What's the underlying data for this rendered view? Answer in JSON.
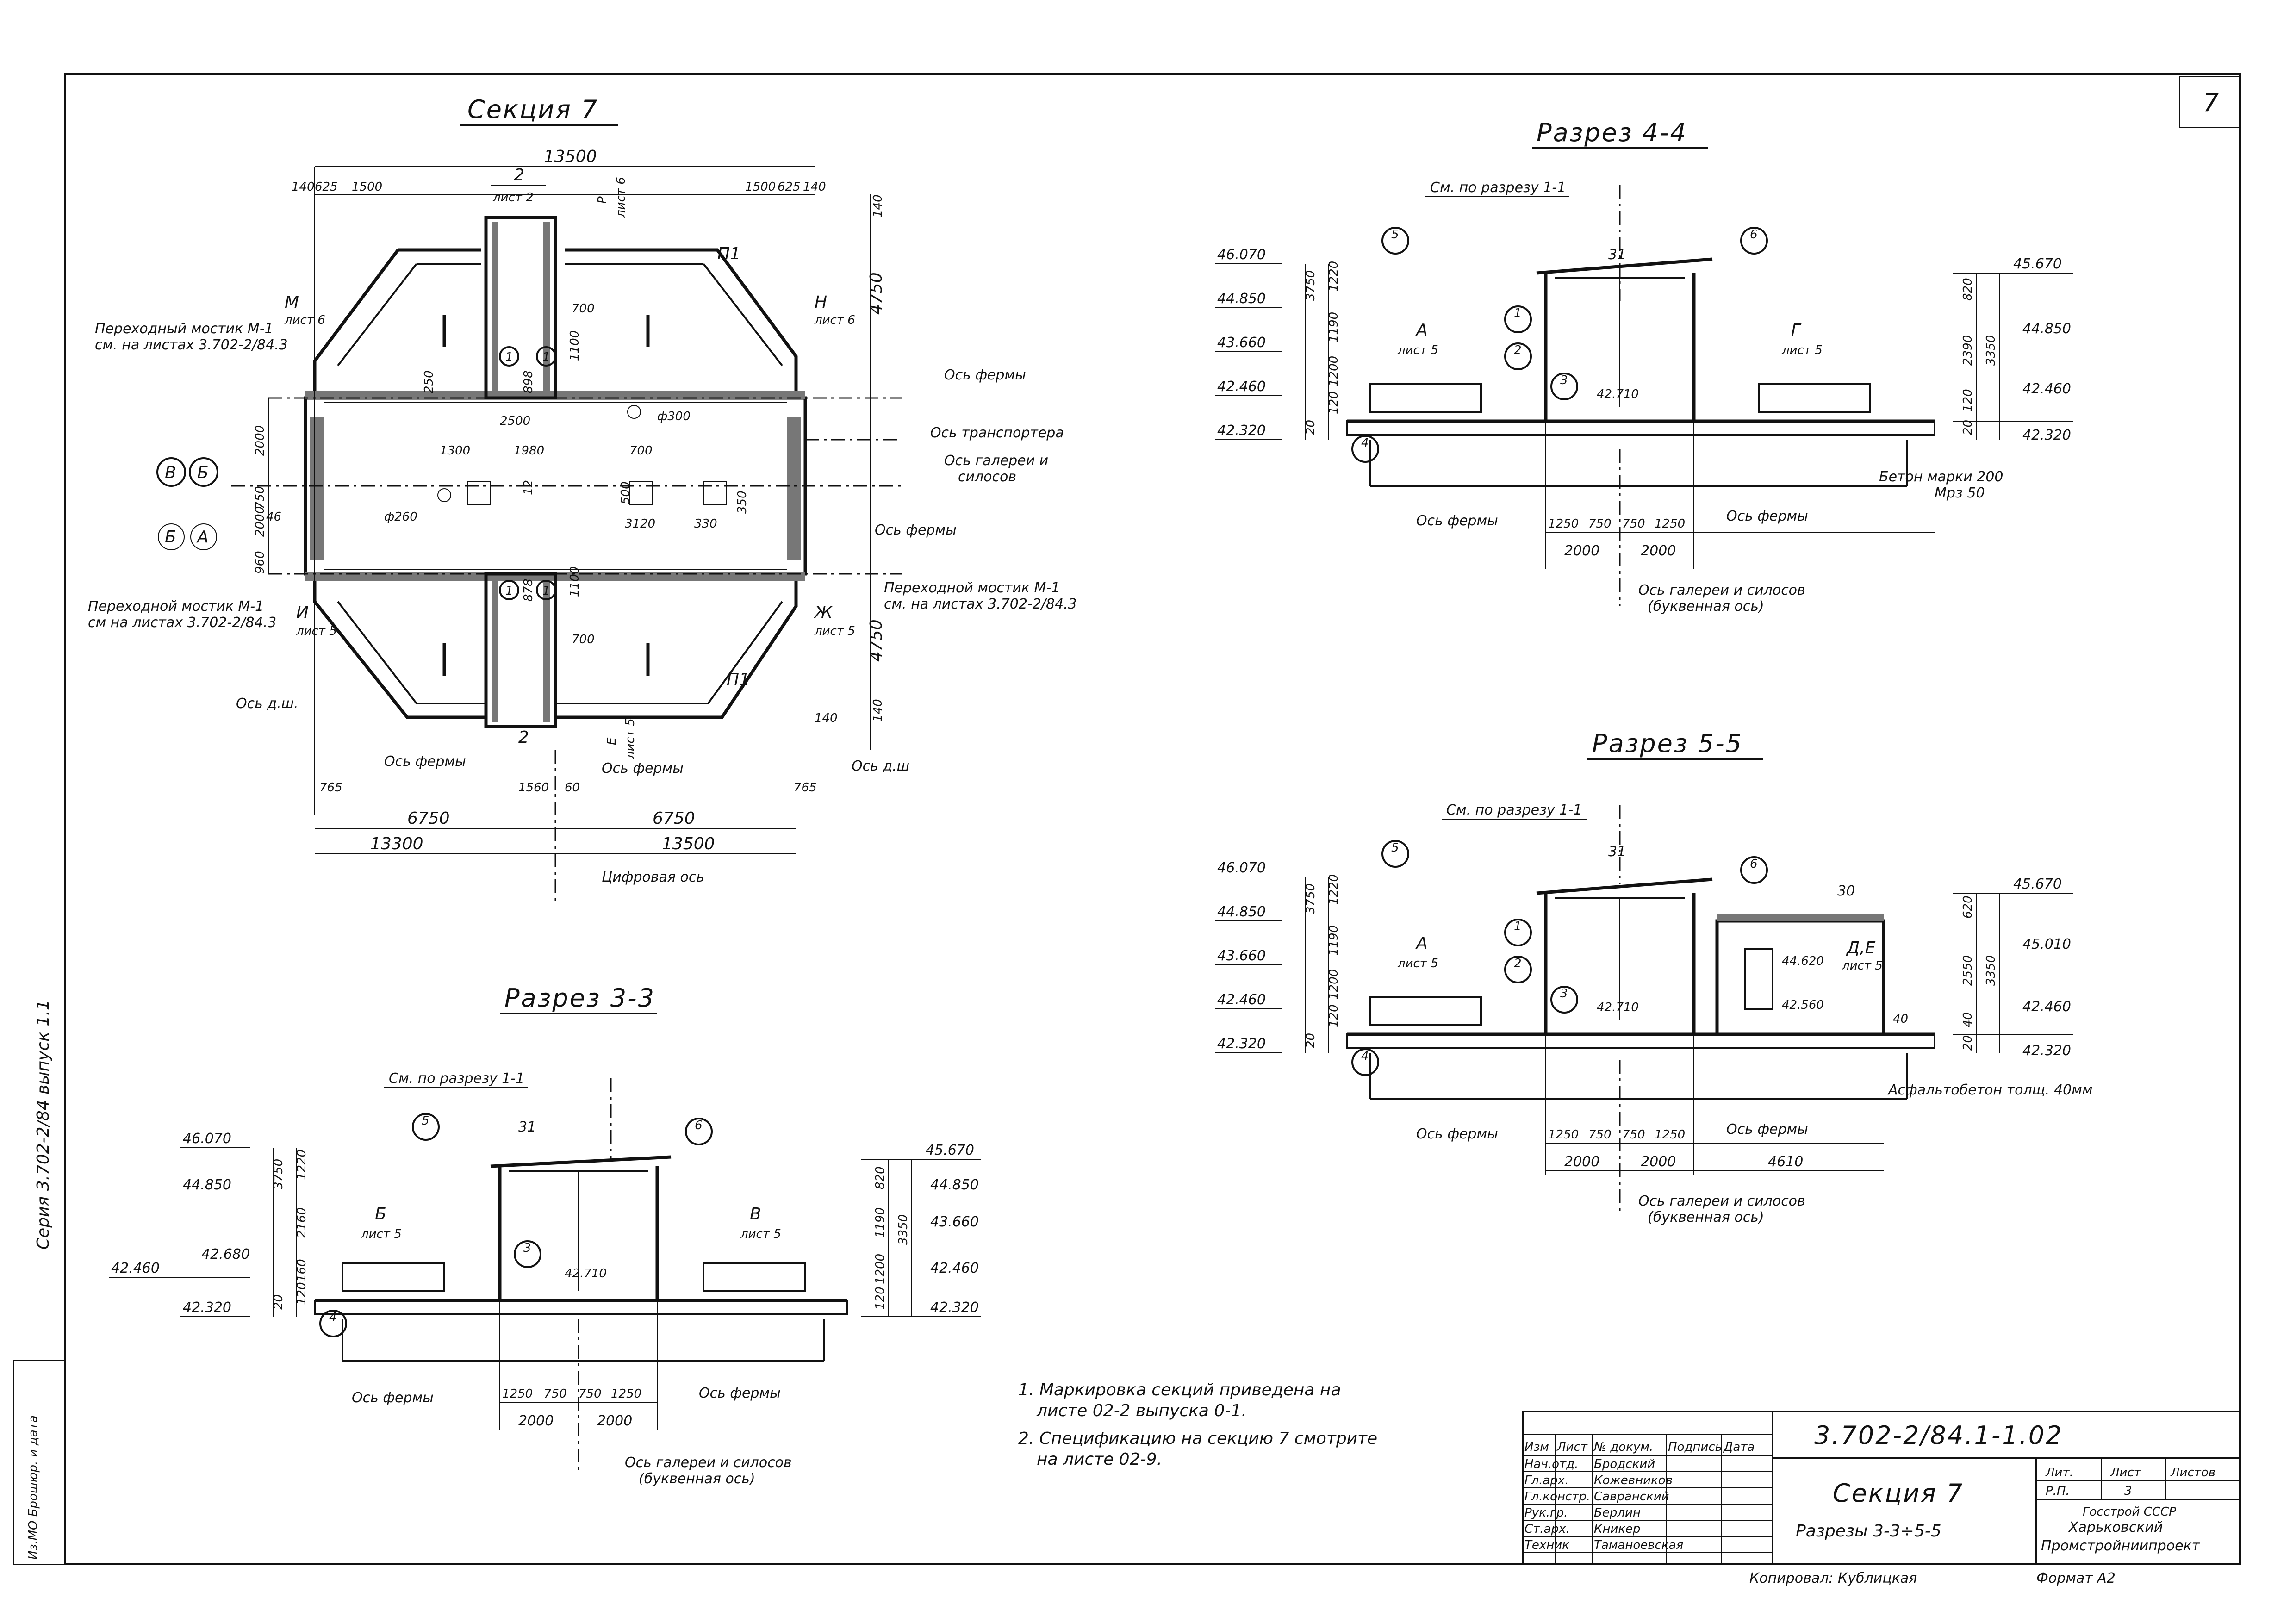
{
  "sheet_number": "7",
  "side_stamp": "Серия 3.702-2/84 выпуск 1.1",
  "corner_stamp": "Из.МО Брошюр. и дата",
  "plan": {
    "title": "Секция 7",
    "dims": {
      "overall": "13500",
      "d140a": "140",
      "d625a": "625",
      "d1500a": "1500",
      "d1500b": "1500",
      "d625b": "625",
      "d140b": "140",
      "d4750a": "4750",
      "d4750b": "4750",
      "d140c": "140",
      "d140d": "140",
      "d2000a": "2000",
      "d2000b": "2000",
      "d750": "750",
      "d960": "960",
      "d250": "250",
      "d2500": "2500",
      "d1300": "1300",
      "d1980": "1980",
      "d700a": "700",
      "d700b": "700",
      "d700c": "700",
      "d1100a": "1100",
      "d1100b": "1100",
      "d500": "500",
      "d3120": "3120",
      "d330": "330",
      "d350": "350",
      "d12": "12",
      "d1560": "1560",
      "d60": "60",
      "d765a": "765",
      "d765b": "765",
      "d6750a": "6750",
      "d6750b": "6750",
      "d13300": "13300",
      "d13500b": "13500",
      "d898": "898",
      "d878": "878",
      "d46": "46",
      "phi300": "ф300",
      "phi260": "ф260",
      "d140e": "140"
    },
    "axes": {
      "a1": "В",
      "a2": "Б",
      "a3": "Б",
      "a4": "А"
    },
    "marks": {
      "sheet2_num": "2",
      "sheet2_label": "лист 2",
      "R_letter": "Р",
      "R_sheet": "лист 6",
      "M_letter": "М",
      "M_sheet": "лист 6",
      "N_letter": "Н",
      "N_sheet": "лист 6",
      "I_letter": "И",
      "I_sheet": "лист 5",
      "Zh_letter": "Ж",
      "Zh_sheet": "лист 5",
      "E_letter": "Е",
      "E_sheet": "лист 5",
      "bottom_num": "2",
      "p1a": "П1",
      "p1b": "П1",
      "c1": "1",
      "c2": "1",
      "c3": "1",
      "c4": "1"
    },
    "labels": {
      "bridge_top_1": "Переходный мостик М-1",
      "bridge_top_2": "см. на листах 3.702-2/84.3",
      "truss_axis_1": "Ось фермы",
      "conveyor_axis": "Ось транспортера",
      "gallery_axis_1": "Ось галереи и",
      "gallery_axis_2": "силосов",
      "truss_axis_2": "Ось фермы",
      "bridge_left_1": "Переходной мостик М-1",
      "bridge_left_2": "см на листах 3.702-2/84.3",
      "bridge_right_1": "Переходной мостик М-1",
      "bridge_right_2": "см. на листах 3.702-2/84.3",
      "dsh_left": "Ось д.ш.",
      "dsh_right": "Ось д.ш",
      "truss_bot_left": "Ось фермы",
      "truss_bot_right": "Ось фермы",
      "digit_axis": "Цифровая ось"
    }
  },
  "sections": [
    {
      "title": "Разрез 4-4",
      "see": "См. по разрезу 1-1",
      "roof": "31",
      "slab_mark": "",
      "circ_left": "5",
      "circ_right": "6",
      "c_1": "1",
      "c_2": "2",
      "c_3": "3",
      "c_4": "4",
      "e46070": "46.070",
      "e44850": "44.850",
      "e43660": "43.660",
      "e42460": "42.460",
      "e42320": "42.320",
      "r45670": "45.670",
      "r44850": "44.850",
      "r42460": "42.460",
      "r42320": "42.320",
      "r2": "",
      "in42710": "42.710",
      "v1220": "1220",
      "v1190": "1190",
      "v1200": "1200",
      "v120": "120",
      "v20": "20",
      "v3750": "3750",
      "w820": "820",
      "w2390": "2390",
      "w120": "120",
      "w20": "20",
      "w3350": "3350",
      "left_letter": "А",
      "left_sheet": "лист 5",
      "right_letter": "Г",
      "right_sheet": "лист 5",
      "h1250a": "1250",
      "h750a": "750",
      "h750b": "750",
      "h1250b": "1250",
      "h2000a": "2000",
      "h2000b": "2000",
      "h4610": "",
      "truss_l": "Ось фермы",
      "truss_r": "Ось фермы",
      "gal1": "Ось галереи и силосов",
      "gal2": "(буквенная ось)",
      "note1": "Бетон марки 200",
      "note2": "Мрз 50",
      "room_label": "",
      "room_sheet": "",
      "room_e1": "",
      "room_e2": "",
      "room_40": ""
    },
    {
      "title": "Разрез 5-5",
      "see": "См. по разрезу 1-1",
      "roof": "31",
      "slab_mark": "30",
      "circ_left": "5",
      "circ_right": "6",
      "c_1": "1",
      "c_2": "2",
      "c_3": "3",
      "c_4": "4",
      "e46070": "46.070",
      "e44850": "44.850",
      "e43660": "43.660",
      "e42460": "42.460",
      "e42320": "42.320",
      "r45670": "45.670",
      "r44850": "45.010",
      "r42460": "42.460",
      "r42320": "42.320",
      "r2": "",
      "in42710": "42.710",
      "v1220": "1220",
      "v1190": "1190",
      "v1200": "1200",
      "v120": "120",
      "v20": "20",
      "v3750": "3750",
      "w820": "620",
      "w2390": "2550",
      "w120": "40",
      "w20": "20",
      "w3350": "3350",
      "left_letter": "А",
      "left_sheet": "лист 5",
      "right_letter": "",
      "right_sheet": "",
      "h1250a": "1250",
      "h750a": "750",
      "h750b": "750",
      "h1250b": "1250",
      "h2000a": "2000",
      "h2000b": "2000",
      "h4610": "4610",
      "truss_l": "Ось фермы",
      "truss_r": "Ось фермы",
      "gal1": "Ось галереи и силосов",
      "gal2": "(буквенная ось)",
      "note1": "Асфальтобетон толщ. 40мм",
      "note2": "",
      "room_label": "Д,Е",
      "room_sheet": "лист 5",
      "room_e1": "44.620",
      "room_e2": "42.560",
      "room_40": "40"
    },
    {
      "title": "Разрез 3-3",
      "see": "См. по разрезу 1-1",
      "roof": "31",
      "slab_mark": "",
      "circ_left": "5",
      "circ_right": "6",
      "c_1": "",
      "c_2": "",
      "c_3": "3",
      "c_4": "4",
      "e46070": "46.070",
      "e44850": "44.850",
      "e43660": "42.680",
      "e42460": "42.460",
      "e42320": "42.320",
      "r45670": "45.670",
      "r44850": "44.850",
      "r42460": "42.460",
      "r42320": "42.320",
      "r2": "43.660",
      "in42710": "42.710",
      "v1220": "1220",
      "v1190": "2160",
      "v1200": "160",
      "v120": "120",
      "v20": "20",
      "v3750": "3750",
      "w820": "820",
      "w2390": "1190",
      "w120": "1200",
      "w20": "120",
      "w3350": "3350",
      "left_letter": "Б",
      "left_sheet": "лист 5",
      "right_letter": "В",
      "right_sheet": "лист 5",
      "h1250a": "1250",
      "h750a": "750",
      "h750b": "750",
      "h1250b": "1250",
      "h2000a": "2000",
      "h2000b": "2000",
      "h4610": "",
      "truss_l": "Ось фермы",
      "truss_r": "Ось фермы",
      "gal1": "Ось галереи и силосов",
      "gal2": "(буквенная ось)",
      "note1": "",
      "note2": "",
      "room_label": "",
      "room_sheet": "",
      "room_e1": "",
      "room_e2": "",
      "room_40": ""
    }
  ],
  "notes": {
    "n1a": "1. Маркировка секций приведена на",
    "n1b": "листе 02-2 выпуска 0-1.",
    "n2a": "2. Спецификацию на секцию 7 смотрите",
    "n2b": "на листе 02-9."
  },
  "title_block": {
    "code": "3.702-2/84.1-1.02",
    "name1": "Секция 7",
    "name2": "Разрезы 3-3÷5-5",
    "hdr": [
      "Изм",
      "Лист",
      "№ докум.",
      "Подпись",
      "Дата"
    ],
    "rows": [
      {
        "role": "Нач.отд.",
        "name": "Бродский"
      },
      {
        "role": "Гл.арх.",
        "name": "Кожевников"
      },
      {
        "role": "Гл.констр.",
        "name": "Савранский"
      },
      {
        "role": "Рук.гр.",
        "name": "Берлин"
      },
      {
        "role": "Ст.арх.",
        "name": "Кникер"
      },
      {
        "role": "Техник",
        "name": "Таманоевская"
      }
    ],
    "stage_h": "Лит.",
    "sheet_h": "Лист",
    "sheets_h": "Листов",
    "stage": "Р.П.",
    "sheet": "3",
    "sheets": "",
    "org1": "Госстрой СССР",
    "org2": "Харьковский",
    "org3": "Промстройниипроект"
  },
  "footer": {
    "copier": "Копировал: Кублицкая",
    "format": "Формат А2"
  }
}
